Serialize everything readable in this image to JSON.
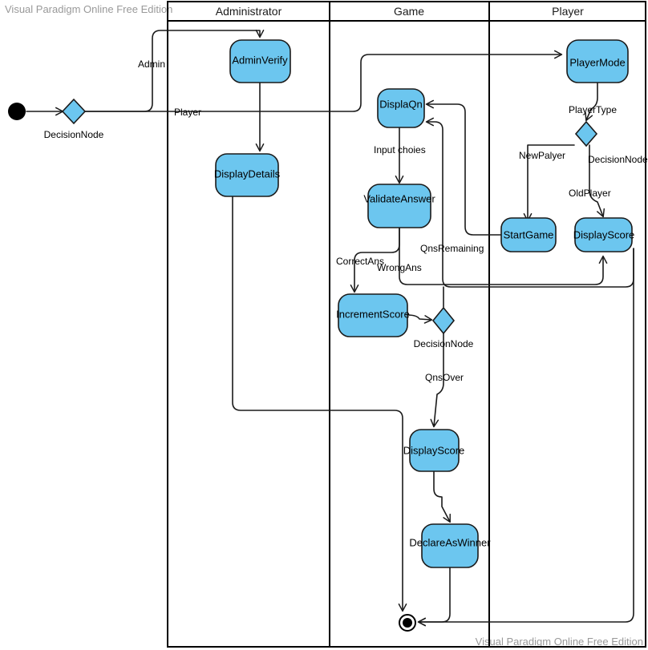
{
  "watermark": {
    "top_left": "Visual Paradigm Online Free Edition",
    "bottom_right": "Visual Paradigm Online Free Edition"
  },
  "diagram": {
    "type": "uml-activity-diagram",
    "node_fill_color": "#6cc6ef",
    "node_stroke_color": "#1a1a1a",
    "background_color": "#ffffff"
  },
  "lanes": [
    {
      "id": "administrator",
      "label": "Administrator"
    },
    {
      "id": "game",
      "label": "Game"
    },
    {
      "id": "player",
      "label": "Player"
    }
  ],
  "nodes": [
    {
      "id": "start",
      "kind": "initial",
      "label": ""
    },
    {
      "id": "decision-entry",
      "kind": "decision",
      "label": "DecisionNode"
    },
    {
      "id": "admin-verify",
      "kind": "activity",
      "label": "AdminVerify",
      "lane": "administrator"
    },
    {
      "id": "display-details",
      "kind": "activity",
      "label": "DisplayDetails",
      "lane": "administrator"
    },
    {
      "id": "player-mode",
      "kind": "activity",
      "label": "PlayerMode",
      "lane": "player"
    },
    {
      "id": "decision-player-type",
      "kind": "decision",
      "label": "DecisionNode",
      "lane": "player"
    },
    {
      "id": "start-game",
      "kind": "activity",
      "label": "StartGame",
      "lane": "player"
    },
    {
      "id": "display-score-player",
      "kind": "activity",
      "label": "DisplayScore",
      "lane": "player"
    },
    {
      "id": "displa-qn",
      "kind": "activity",
      "label": "DisplaQn",
      "lane": "game"
    },
    {
      "id": "validate-answer",
      "kind": "activity",
      "label": "ValidateAnswer",
      "lane": "game"
    },
    {
      "id": "increment-score",
      "kind": "activity",
      "label": "IncrementScore",
      "lane": "game"
    },
    {
      "id": "decision-qns",
      "kind": "decision",
      "label": "DecisionNode",
      "lane": "game"
    },
    {
      "id": "display-score-game",
      "kind": "activity",
      "label": "DisplayScore",
      "lane": "game"
    },
    {
      "id": "declare-as-winner",
      "kind": "activity",
      "label": "DeclareAsWinner",
      "lane": "game"
    },
    {
      "id": "end",
      "kind": "final",
      "label": ""
    }
  ],
  "edge_labels": {
    "admin": "Admin",
    "player": "Player",
    "player_type": "PlayerType",
    "new_player": "NewPalyer",
    "old_player": "OldPlayer",
    "input_choices": "Input choies",
    "correct_ans": "CorrectAns",
    "wrong_ans": "WrongAns",
    "qns_remaining": "QnsRemaining",
    "qns_over": "QnsOver"
  }
}
